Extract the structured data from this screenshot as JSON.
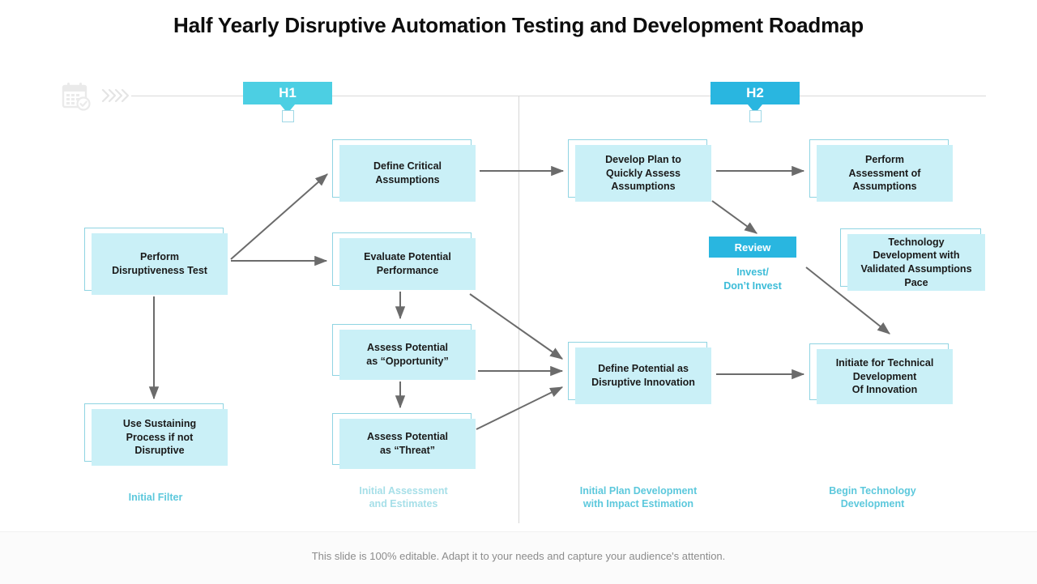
{
  "slide": {
    "title": "Half Yearly Disruptive Automation Testing and Development Roadmap",
    "footer_note": "This slide is 100% editable. Adapt it to your needs and capture your audience's attention."
  },
  "timeline": {
    "calendar_icon": "calendar-check-icon",
    "chevrons_icon": "chevrons-right-icon",
    "phases": [
      {
        "label": "H1",
        "color": "#4ccfe3"
      },
      {
        "label": "H2",
        "color": "#29b6e0"
      }
    ]
  },
  "boxes": {
    "perform_test": "Perform\nDisruptiveness  Test",
    "use_sustaining": "Use  Sustaining\nProcess  if not\nDisruptive",
    "define_critical": "Define Critical\nAssumptions",
    "evaluate_potential": "Evaluate Potential\nPerformance",
    "assess_opportunity": "Assess  Potential\nas “Opportunity”",
    "assess_threat": "Assess  Potential\nas “Threat”",
    "develop_plan": "Develop Plan to\nQuickly Assess\nAssumptions",
    "define_disruptive": "Define Potential as\nDisruptive  Innovation",
    "perform_assessment": "Perform\nAssessment  of\nAssumptions",
    "technology_development": "Technology\nDevelopment with\nValidated Assumptions\nPace",
    "initiate_technical": "Initiate for Technical\nDevelopment\nOf Innovation"
  },
  "review": {
    "badge_label": "Review",
    "note": "Invest/\nDon’t Invest"
  },
  "captions": {
    "initial_filter": "Initial Filter",
    "initial_assessment": "Initial Assessment\nand Estimates",
    "plan_development": "Initial Plan Development\nwith Impact Estimation",
    "begin_technology": "Begin Technology\nDevelopment"
  },
  "colors": {
    "box_fill": "#caf0f7",
    "box_border": "#8fd4e2",
    "accent_light": "#4ccfe3",
    "accent_dark": "#29b6e0",
    "caption_text": "#5cc8dc",
    "arrow": "#6b6b6b"
  }
}
